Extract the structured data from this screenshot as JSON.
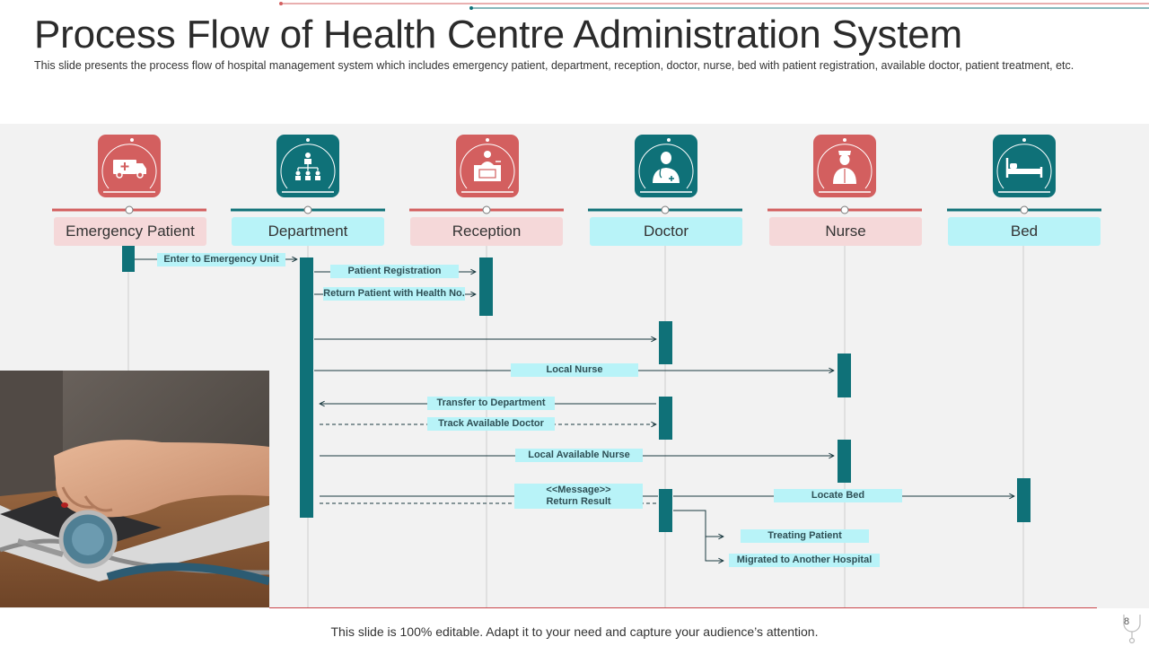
{
  "header": {
    "title": "Process Flow of Health Centre Administration System",
    "subtitle": "This slide presents the process flow of hospital management system which includes emergency patient, department, reception, doctor, nurse, bed with patient registration, available doctor, patient treatment, etc."
  },
  "colors": {
    "red": "#d35f5f",
    "teal": "#0f7178",
    "light_red": "#f5d8d9",
    "light_teal": "#b8f3f8",
    "panel": "#f2f2f2"
  },
  "roles": [
    {
      "label": "Emergency Patient",
      "icon": "ambulance-icon",
      "theme": "red"
    },
    {
      "label": "Department",
      "icon": "org-chart-icon",
      "theme": "teal"
    },
    {
      "label": "Reception",
      "icon": "reception-desk-icon",
      "theme": "red"
    },
    {
      "label": "Doctor",
      "icon": "doctor-icon",
      "theme": "teal"
    },
    {
      "label": "Nurse",
      "icon": "nurse-icon",
      "theme": "red"
    },
    {
      "label": "Bed",
      "icon": "bed-icon",
      "theme": "teal"
    }
  ],
  "messages": [
    "Enter to Emergency Unit",
    "Patient Registration",
    "Return Patient with Health No.",
    "Local Nurse",
    "Transfer to Department",
    "Track Available Doctor",
    "Local Available Nurse",
    "<<Message>>",
    "Return Result",
    "Locate Bed",
    "Treating Patient",
    "Migrated to Another Hospital"
  ],
  "footer": {
    "text": "This slide is 100% editable. Adapt it to your need and capture your audience’s attention.",
    "page": "8"
  }
}
